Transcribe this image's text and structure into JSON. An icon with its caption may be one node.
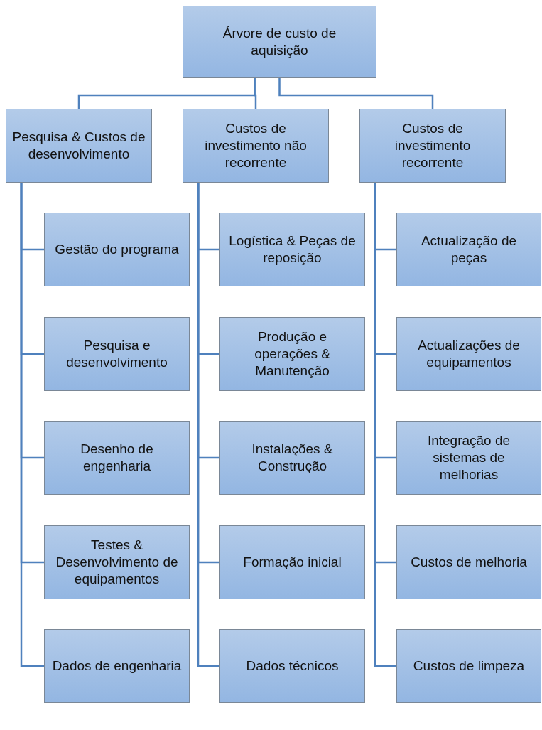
{
  "diagram": {
    "nodes": [
      {
        "text": [
          "Árvore de custo de aquisição"
        ]
      },
      {
        "text": [
          "Pesquisa & Custos de desenvolvimento"
        ]
      },
      {
        "text": [
          "Custos de investimento não recorrente"
        ]
      },
      {
        "text": [
          "Custos de investimento recorrente"
        ]
      },
      {
        "text": [
          "Gestão do programa"
        ]
      },
      {
        "text": [
          "Pesquisa e desenvolvimento"
        ]
      },
      {
        "text": [
          "Desenho de engenharia"
        ]
      },
      {
        "text": [
          "Testes & Desenvolvimento de equipamentos"
        ]
      },
      {
        "text": [
          "Dados de engenharia"
        ]
      },
      {
        "text": [
          "Logística & Peças de reposição"
        ]
      },
      {
        "text": [
          "Produção e operações & Manutenção"
        ]
      },
      {
        "text": [
          "Instalações & Construção"
        ]
      },
      {
        "text": [
          "Formação inicial"
        ]
      },
      {
        "text": [
          "Dados técnicos"
        ]
      },
      {
        "text": [
          "Actualização de peças"
        ]
      },
      {
        "text": [
          "Actualizações de equipamentos"
        ]
      },
      {
        "text": [
          "Integração de sistemas de melhorias"
        ]
      },
      {
        "text": [
          "Custos de melhoria"
        ]
      },
      {
        "text": [
          "Custos de limpeza"
        ]
      }
    ],
    "edges": [
      {
        "from": 0,
        "to": 1,
        "arrow": "none"
      },
      {
        "from": 0,
        "to": 2,
        "arrow": "none"
      },
      {
        "from": 0,
        "to": 3,
        "arrow": "none"
      },
      {
        "from": 1,
        "to": 4,
        "arrow": "none"
      },
      {
        "from": 1,
        "to": 5,
        "arrow": "none"
      },
      {
        "from": 1,
        "to": 6,
        "arrow": "none"
      },
      {
        "from": 1,
        "to": 7,
        "arrow": "none"
      },
      {
        "from": 1,
        "to": 8,
        "arrow": "none"
      },
      {
        "from": 2,
        "to": 9,
        "arrow": "none"
      },
      {
        "from": 2,
        "to": 10,
        "arrow": "none"
      },
      {
        "from": 2,
        "to": 11,
        "arrow": "none"
      },
      {
        "from": 2,
        "to": 12,
        "arrow": "none"
      },
      {
        "from": 2,
        "to": 13,
        "arrow": "none"
      },
      {
        "from": 3,
        "to": 14,
        "arrow": "none"
      },
      {
        "from": 3,
        "to": 15,
        "arrow": "none"
      },
      {
        "from": 3,
        "to": 16,
        "arrow": "none"
      },
      {
        "from": 3,
        "to": 17,
        "arrow": "none"
      },
      {
        "from": 3,
        "to": 18,
        "arrow": "none"
      }
    ]
  }
}
